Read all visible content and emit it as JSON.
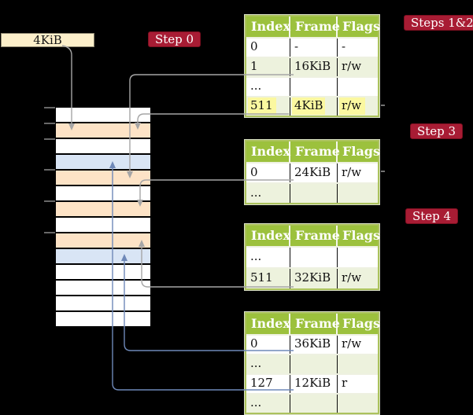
{
  "colors": {
    "background": "#000000",
    "badge_red": "#a81c34",
    "table_header_green": "#9cc13d",
    "table_row_green": "#edf2dd",
    "highlight_yellow": "#fbf8a0",
    "frame_box_cream": "#fcefca",
    "memory_frame_orange": "#fde3c6",
    "memory_frame_blue": "#d9e5f5",
    "arrow_gray": "#a6a6a6",
    "arrow_blue": "#6e88b8"
  },
  "frame_size_box": {
    "label": "4KiB"
  },
  "steps": [
    {
      "id": "step-0",
      "label": "Step 0"
    },
    {
      "id": "steps-1-2",
      "label": "Steps 1&2"
    },
    {
      "id": "step-3",
      "label": "Step 3"
    },
    {
      "id": "step-4",
      "label": "Step 4"
    }
  ],
  "memory": {
    "description": "physical memory divided into 4KiB frames, top to bottom",
    "rows": [
      "white",
      "orange",
      "white",
      "blue",
      "orange",
      "white",
      "orange",
      "white",
      "orange",
      "blue",
      "white",
      "white",
      "white",
      "white"
    ]
  },
  "tables": [
    {
      "id": "page-table-steps-1-2",
      "columns": [
        "Index",
        "Frame",
        "Flags"
      ],
      "rows": [
        {
          "cells": [
            "0",
            "-",
            "-"
          ]
        },
        {
          "cells": [
            "1",
            "16KiB",
            "r/w"
          ]
        },
        {
          "cells": [
            "...",
            "",
            ""
          ]
        },
        {
          "cells": [
            "511",
            "4KiB",
            "r/w"
          ],
          "highlight": true
        }
      ]
    },
    {
      "id": "page-table-step-3",
      "columns": [
        "Index",
        "Frame",
        "Flags"
      ],
      "rows": [
        {
          "cells": [
            "0",
            "24KiB",
            "r/w"
          ]
        },
        {
          "cells": [
            "...",
            "",
            ""
          ]
        }
      ]
    },
    {
      "id": "page-table-step-4",
      "columns": [
        "Index",
        "Frame",
        "Flags"
      ],
      "rows": [
        {
          "cells": [
            "...",
            "",
            ""
          ]
        },
        {
          "cells": [
            "511",
            "32KiB",
            "r/w"
          ]
        }
      ]
    },
    {
      "id": "page-table-final",
      "columns": [
        "Index",
        "Frame",
        "Flags"
      ],
      "rows": [
        {
          "cells": [
            "0",
            "36KiB",
            "r/w"
          ]
        },
        {
          "cells": [
            "...",
            "",
            ""
          ]
        },
        {
          "cells": [
            "127",
            "12KiB",
            "r"
          ]
        },
        {
          "cells": [
            "...",
            "",
            ""
          ]
        }
      ]
    }
  ]
}
